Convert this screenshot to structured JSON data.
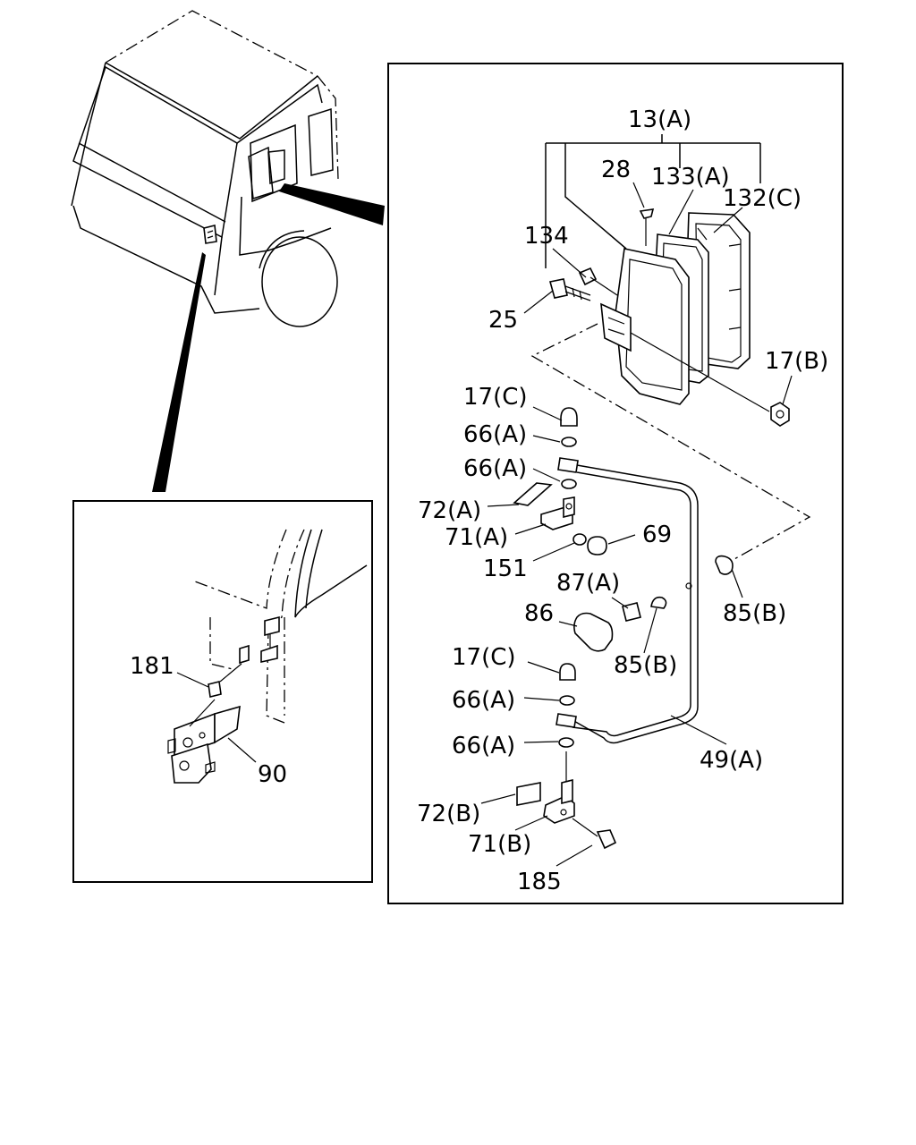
{
  "labels": {
    "l13A": "13(A)",
    "l28": "28",
    "l133A": "133(A)",
    "l132C": "132(C)",
    "l134": "134",
    "l25": "25",
    "l17B": "17(B)",
    "l17C_top": "17(C)",
    "l66A_1": "66(A)",
    "l66A_2": "66(A)",
    "l72A": "72(A)",
    "l71A": "71(A)",
    "l69": "69",
    "l151": "151",
    "l87A": "87(A)",
    "l86": "86",
    "l85B_right": "85(B)",
    "l85B_mid": "85(B)",
    "l17C_bot": "17(C)",
    "l66A_3": "66(A)",
    "l66A_4": "66(A)",
    "l49A": "49(A)",
    "l72B": "72(B)",
    "l71B": "71(B)",
    "l185": "185",
    "l181": "181",
    "l90": "90"
  }
}
